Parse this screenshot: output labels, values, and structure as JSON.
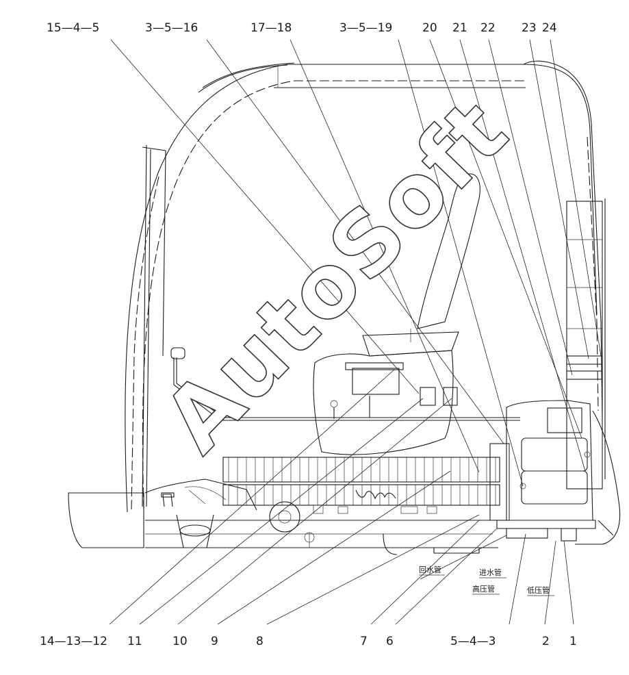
{
  "watermark": "AutoSoft",
  "top_labels": [
    "15—4—5",
    "3—5—16",
    "17—18",
    "3—5—19",
    "20",
    "21",
    "22",
    "23",
    "24"
  ],
  "bottom_labels": [
    "14—13—12",
    "11",
    "10",
    "9",
    "8",
    "7",
    "6",
    "5—4—3",
    "2",
    "1"
  ],
  "pipe_notes": {
    "return": "回水管",
    "inlet": "进水管",
    "high_pressure": "高压管",
    "low_pressure": "低压管"
  }
}
